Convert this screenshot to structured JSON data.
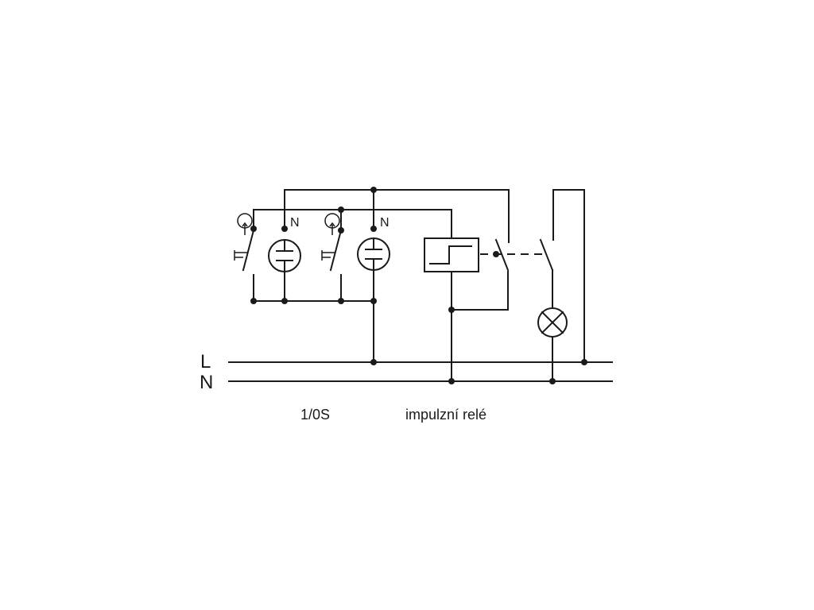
{
  "diagram": {
    "rail_L_label": "L",
    "rail_N_label": "N",
    "unit1_n_label": "N",
    "unit2_n_label": "N",
    "caption_left": "1/0S",
    "caption_right": "impulzní relé"
  }
}
